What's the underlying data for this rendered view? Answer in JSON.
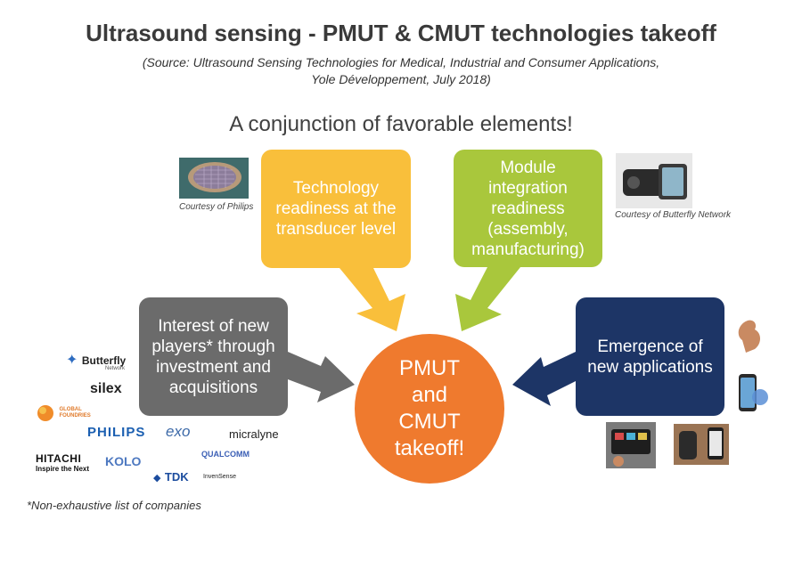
{
  "header": {
    "title": "Ultrasound sensing - PMUT & CMUT technologies takeoff",
    "source_line1": "(Source: Ultrasound Sensing Technologies for Medical, Industrial and Consumer Applications,",
    "source_line2": "Yole Développement, July 2018)"
  },
  "subtitle": "A conjunction of favorable elements!",
  "boxes": {
    "technology": {
      "lines": [
        "Technology",
        "readiness at the",
        "transducer level"
      ],
      "color": "#f9bf3b"
    },
    "module": {
      "lines": [
        "Module",
        "integration",
        "readiness",
        "(assembly,",
        "manufacturing)"
      ],
      "color": "#a9c73c"
    },
    "players": {
      "lines": [
        "Interest of new",
        "players* through",
        "investment and",
        "acquisitions"
      ],
      "color": "#6b6b6b"
    },
    "applications": {
      "lines": [
        "Emergence of",
        "new applications"
      ],
      "color": "#1d3566"
    }
  },
  "center": {
    "lines": [
      "PMUT",
      "and",
      "CMUT",
      "takeoff!"
    ],
    "color": "#ef7a2e"
  },
  "courtesy": {
    "philips": "Courtesy of Philips",
    "butterfly": "Courtesy of Butterfly Network"
  },
  "logos": {
    "butterfly": "Butterfly",
    "butterfly_sub": "Network",
    "silex": "silex",
    "globalfoundries_line1": "GLOBAL",
    "globalfoundries_line2": "FOUNDRIES",
    "philips": "PHILIPS",
    "exo": "exo",
    "micralyne": "micralyne",
    "hitachi": "HITACHI",
    "hitachi_tagline": "Inspire the Next",
    "kolo": "KOLO",
    "qualcomm": "QUALCOMM",
    "tdk": "TDK",
    "invensense": "InvenSense"
  },
  "footnote": "*Non-exhaustive list of companies"
}
